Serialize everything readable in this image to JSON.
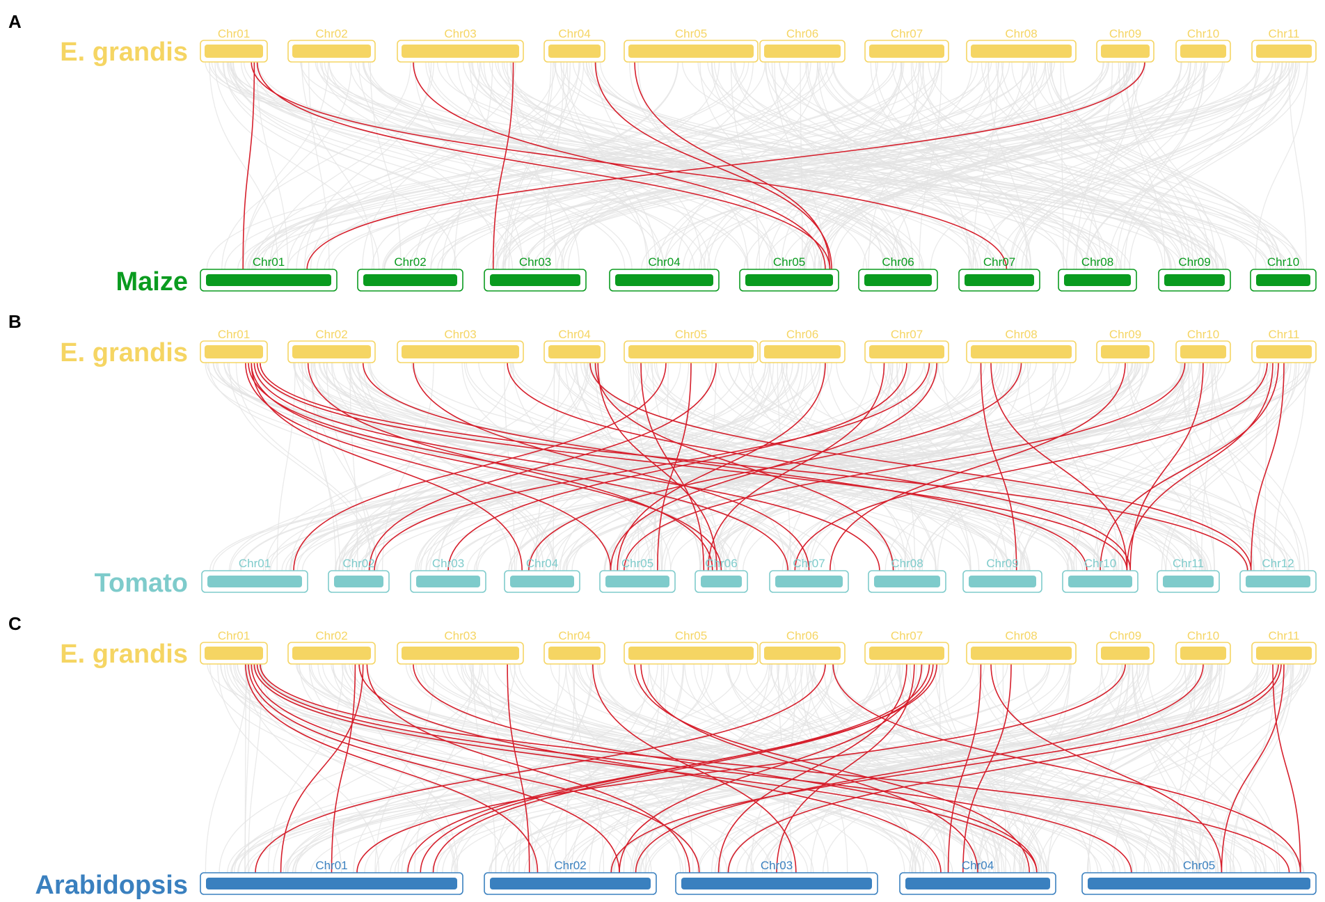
{
  "colors": {
    "egrandis": "#f5d563",
    "maize": "#0a9b1f",
    "tomato": "#7ecbcb",
    "arabidopsis": "#3a80bf",
    "syntenic_highlight": "#d61f2c",
    "background_links": "#e3e3e3"
  },
  "panels": [
    {
      "letter": "A",
      "top_species": "E. grandis",
      "top_chromosomes": [
        "Chr01",
        "Chr02",
        "Chr03",
        "Chr04",
        "Chr05",
        "Chr06",
        "Chr07",
        "Chr08",
        "Chr09",
        "Chr10",
        "Chr11"
      ],
      "bottom_species": "Maize",
      "bottom_color_key": "maize",
      "bottom_chromosomes": [
        "Chr01",
        "Chr02",
        "Chr03",
        "Chr04",
        "Chr05",
        "Chr06",
        "Chr07",
        "Chr08",
        "Chr09",
        "Chr10"
      ],
      "links": [
        [
          1,
          0.85,
          1,
          0.3
        ],
        [
          1,
          0.9,
          5,
          0.95
        ],
        [
          1,
          0.8,
          7,
          0.6
        ],
        [
          3,
          0.1,
          5,
          0.9
        ],
        [
          3,
          0.95,
          3,
          0.05
        ],
        [
          4,
          0.9,
          5,
          0.97
        ],
        [
          5,
          0.05,
          5,
          0.95
        ],
        [
          9,
          0.9,
          1,
          0.8
        ]
      ]
    },
    {
      "letter": "B",
      "top_species": "E. grandis",
      "top_chromosomes": [
        "Chr01",
        "Chr02",
        "Chr03",
        "Chr04",
        "Chr05",
        "Chr06",
        "Chr07",
        "Chr08",
        "Chr09",
        "Chr10",
        "Chr11"
      ],
      "bottom_species": "Tomato",
      "bottom_color_key": "tomato",
      "bottom_chromosomes": [
        "Chr01",
        "Chr02",
        "Chr03",
        "Chr04",
        "Chr05",
        "Chr06",
        "Chr07",
        "Chr08",
        "Chr09",
        "Chr10",
        "Chr11",
        "Chr12"
      ],
      "links": [
        [
          1,
          0.75,
          7,
          0.2
        ],
        [
          1,
          0.8,
          6,
          0.5
        ],
        [
          1,
          0.85,
          8,
          0.1
        ],
        [
          1,
          0.9,
          10,
          0.9
        ],
        [
          1,
          0.95,
          12,
          0.05
        ],
        [
          1,
          0.7,
          5,
          0.1
        ],
        [
          1,
          0.8,
          4,
          0.2
        ],
        [
          2,
          0.2,
          6,
          0.3
        ],
        [
          2,
          0.9,
          10,
          0.3
        ],
        [
          3,
          0.1,
          7,
          0.5
        ],
        [
          3,
          0.9,
          10,
          0.95
        ],
        [
          4,
          0.9,
          8,
          0.3
        ],
        [
          4,
          0.95,
          6,
          0.4
        ],
        [
          4,
          0.8,
          12,
          0.1
        ],
        [
          5,
          0.3,
          1,
          0.9
        ],
        [
          5,
          0.7,
          2,
          0.7
        ],
        [
          5,
          0.1,
          6,
          0.1
        ],
        [
          5,
          0.5,
          5,
          0.8
        ],
        [
          6,
          0.8,
          5,
          0.2
        ],
        [
          7,
          0.5,
          3,
          0.5
        ],
        [
          7,
          0.8,
          2,
          0.8
        ],
        [
          7,
          0.9,
          5,
          0.1
        ],
        [
          7,
          0.2,
          6,
          0.2
        ],
        [
          8,
          0.1,
          9,
          0.7
        ],
        [
          8,
          0.2,
          10,
          0.9
        ],
        [
          8,
          0.5,
          4,
          0.3
        ],
        [
          9,
          0.5,
          7,
          0.8
        ],
        [
          10,
          0.1,
          5,
          0.3
        ],
        [
          10,
          0.5,
          10,
          0.95
        ],
        [
          11,
          0.3,
          10,
          0.9
        ],
        [
          11,
          0.4,
          10,
          0.5
        ],
        [
          11,
          0.5,
          12,
          0.1
        ],
        [
          11,
          0.2,
          7,
          0.3
        ]
      ]
    },
    {
      "letter": "C",
      "top_species": "E. grandis",
      "top_chromosomes": [
        "Chr01",
        "Chr02",
        "Chr03",
        "Chr04",
        "Chr05",
        "Chr06",
        "Chr07",
        "Chr08",
        "Chr09",
        "Chr10",
        "Chr11"
      ],
      "bottom_species": "Arabidopsis",
      "bottom_color_key": "arabidopsis",
      "bottom_chromosomes": [
        "Chr01",
        "Chr02",
        "Chr03",
        "Chr04",
        "Chr05"
      ],
      "links": [
        [
          1,
          0.75,
          2,
          0.8
        ],
        [
          1,
          0.8,
          3,
          0.1
        ],
        [
          1,
          0.85,
          4,
          0.9
        ],
        [
          1,
          0.9,
          5,
          0.2
        ],
        [
          1,
          0.95,
          5,
          0.9
        ],
        [
          1,
          0.7,
          2,
          0.3
        ],
        [
          2,
          0.9,
          1,
          0.3
        ],
        [
          2,
          0.95,
          3,
          0.05
        ],
        [
          2,
          0.85,
          4,
          0.25
        ],
        [
          2,
          0.8,
          1,
          0.5
        ],
        [
          3,
          0.1,
          4,
          0.9
        ],
        [
          3,
          0.9,
          2,
          0.25
        ],
        [
          4,
          0.85,
          3,
          0.6
        ],
        [
          5,
          0.1,
          4,
          0.5
        ],
        [
          5,
          0.05,
          4,
          0.85
        ],
        [
          6,
          0.8,
          1,
          0.2
        ],
        [
          6,
          0.9,
          5,
          0.95
        ],
        [
          7,
          0.9,
          1,
          0.8
        ],
        [
          7,
          0.8,
          1,
          0.85
        ],
        [
          7,
          0.7,
          2,
          0.8
        ],
        [
          7,
          0.6,
          3,
          0.5
        ],
        [
          7,
          0.5,
          3,
          0.2
        ],
        [
          7,
          0.85,
          1,
          0.9
        ],
        [
          8,
          0.1,
          4,
          0.3
        ],
        [
          8,
          0.2,
          5,
          0.6
        ],
        [
          8,
          0.4,
          4,
          0.4
        ],
        [
          9,
          0.5,
          1,
          0.6
        ],
        [
          10,
          0.5,
          2,
          0.9
        ],
        [
          11,
          0.4,
          2,
          0.75
        ],
        [
          11,
          0.3,
          5,
          0.95
        ],
        [
          11,
          0.5,
          5,
          0.6
        ],
        [
          11,
          0.45,
          3,
          0.25
        ]
      ]
    }
  ]
}
